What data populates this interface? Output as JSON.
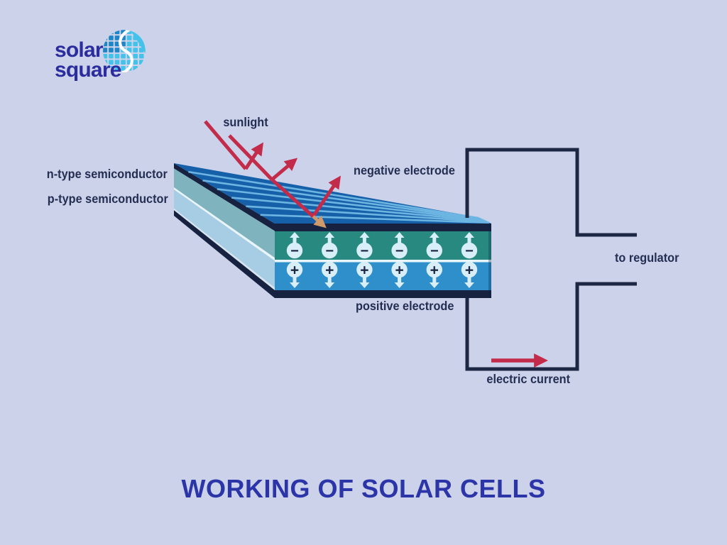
{
  "logo": {
    "line1": "solar",
    "line2": "square"
  },
  "title": {
    "text": "WORKING OF SOLAR CELLS"
  },
  "labels": {
    "sunlight": "sunlight",
    "n_type": "n-type semiconductor",
    "p_type": "p-type semiconductor",
    "negative_electrode": "negative electrode",
    "positive_electrode": "positive electrode",
    "to_regulator": "to regulator",
    "electric_current": "electric current"
  },
  "diagram": {
    "type": "solar-cell-cross-section",
    "charge_pairs": 6,
    "electron_symbol": "−",
    "hole_symbol": "+",
    "layers_front_to_back": [
      "negative electrode",
      "n-type semiconductor",
      "p-type semiconductor",
      "positive electrode"
    ],
    "light_path": [
      "incoming sunlight rays",
      "reflected rays",
      "refracted ray into cell"
    ],
    "circuit": [
      "negative electrode → to regulator",
      "to regulator → positive electrode",
      "electric current direction arrow"
    ]
  },
  "colors": {
    "background": "#ccd2ea",
    "panel_top": "#1560a8",
    "stripe": "#6cb4e2",
    "n_layer": "#27897f",
    "p_layer": "#2e8fca",
    "electrode": "#16223f",
    "separator": "#e8f5fa",
    "side_teal": "#7fb3bd",
    "side_blue": "#a6cde4",
    "side_light": "#d8e4ee",
    "wire": "#1c2743",
    "ray_red": "#c32b4a",
    "refracted_tan": "#cf9a6b",
    "charge_light": "#d8eef8",
    "text_navy": "#232e52",
    "title_blue": "#2c35a8",
    "logo_navy": "#2b2d9e",
    "logo_cyan": "#45c2ea",
    "logo_blue": "#1e86c6"
  }
}
